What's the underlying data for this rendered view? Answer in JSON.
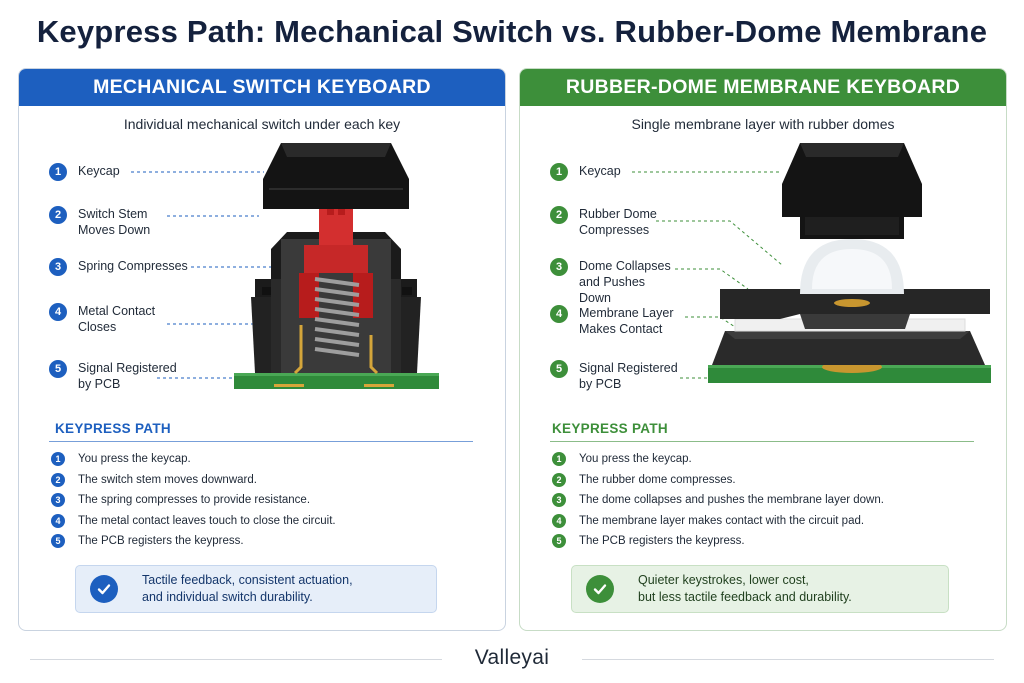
{
  "title": "Keypress Path: Mechanical Switch vs. Rubber-Dome Membrane",
  "left": {
    "header": "MECHANICAL SWITCH KEYBOARD",
    "subtitle": "Individual mechanical switch under each key",
    "callouts": [
      {
        "num": "1",
        "text": "Keycap"
      },
      {
        "num": "2",
        "text": "Switch Stem Moves Down"
      },
      {
        "num": "3",
        "text": "Spring Compresses"
      },
      {
        "num": "4",
        "text": "Metal Contact Closes"
      },
      {
        "num": "5",
        "text": "Signal Registered by PCB"
      }
    ],
    "path_title": "KEYPRESS PATH",
    "steps": [
      {
        "num": "1",
        "text": "You press the keycap."
      },
      {
        "num": "2",
        "text": "The switch stem moves downward."
      },
      {
        "num": "3",
        "text": "The spring compresses to provide resistance."
      },
      {
        "num": "4",
        "text": "The metal contact leaves touch to close the circuit."
      },
      {
        "num": "5",
        "text": "The PCB registers the keypress."
      }
    ],
    "summary_line1": "Tactile feedback, consistent actuation,",
    "summary_line2": "and individual switch durability."
  },
  "right": {
    "header": "RUBBER-DOME MEMBRANE KEYBOARD",
    "subtitle": "Single membrane layer with rubber domes",
    "callouts": [
      {
        "num": "1",
        "text": "Keycap"
      },
      {
        "num": "2",
        "text": "Rubber Dome Compresses"
      },
      {
        "num": "3",
        "text": "Dome Collapses and Pushes Down"
      },
      {
        "num": "4",
        "text": "Membrane Layer Makes Contact"
      },
      {
        "num": "5",
        "text": "Signal Registered by PCB"
      }
    ],
    "path_title": "KEYPRESS PATH",
    "steps": [
      {
        "num": "1",
        "text": "You press the keycap."
      },
      {
        "num": "2",
        "text": "The rubber dome compresses."
      },
      {
        "num": "3",
        "text": "The dome collapses and pushes the membrane layer down."
      },
      {
        "num": "4",
        "text": "The membrane layer makes contact with the circuit pad."
      },
      {
        "num": "5",
        "text": "The PCB registers the keypress."
      }
    ],
    "summary_line1": "Quieter keystrokes, lower cost,",
    "summary_line2": "but less tactile feedback and durability."
  },
  "brand": "Valleyai",
  "colors": {
    "mechanical_accent": "#1d5fbf",
    "membrane_accent": "#3d8f3a",
    "title": "#14213d"
  },
  "icons": [
    "check-icon"
  ]
}
